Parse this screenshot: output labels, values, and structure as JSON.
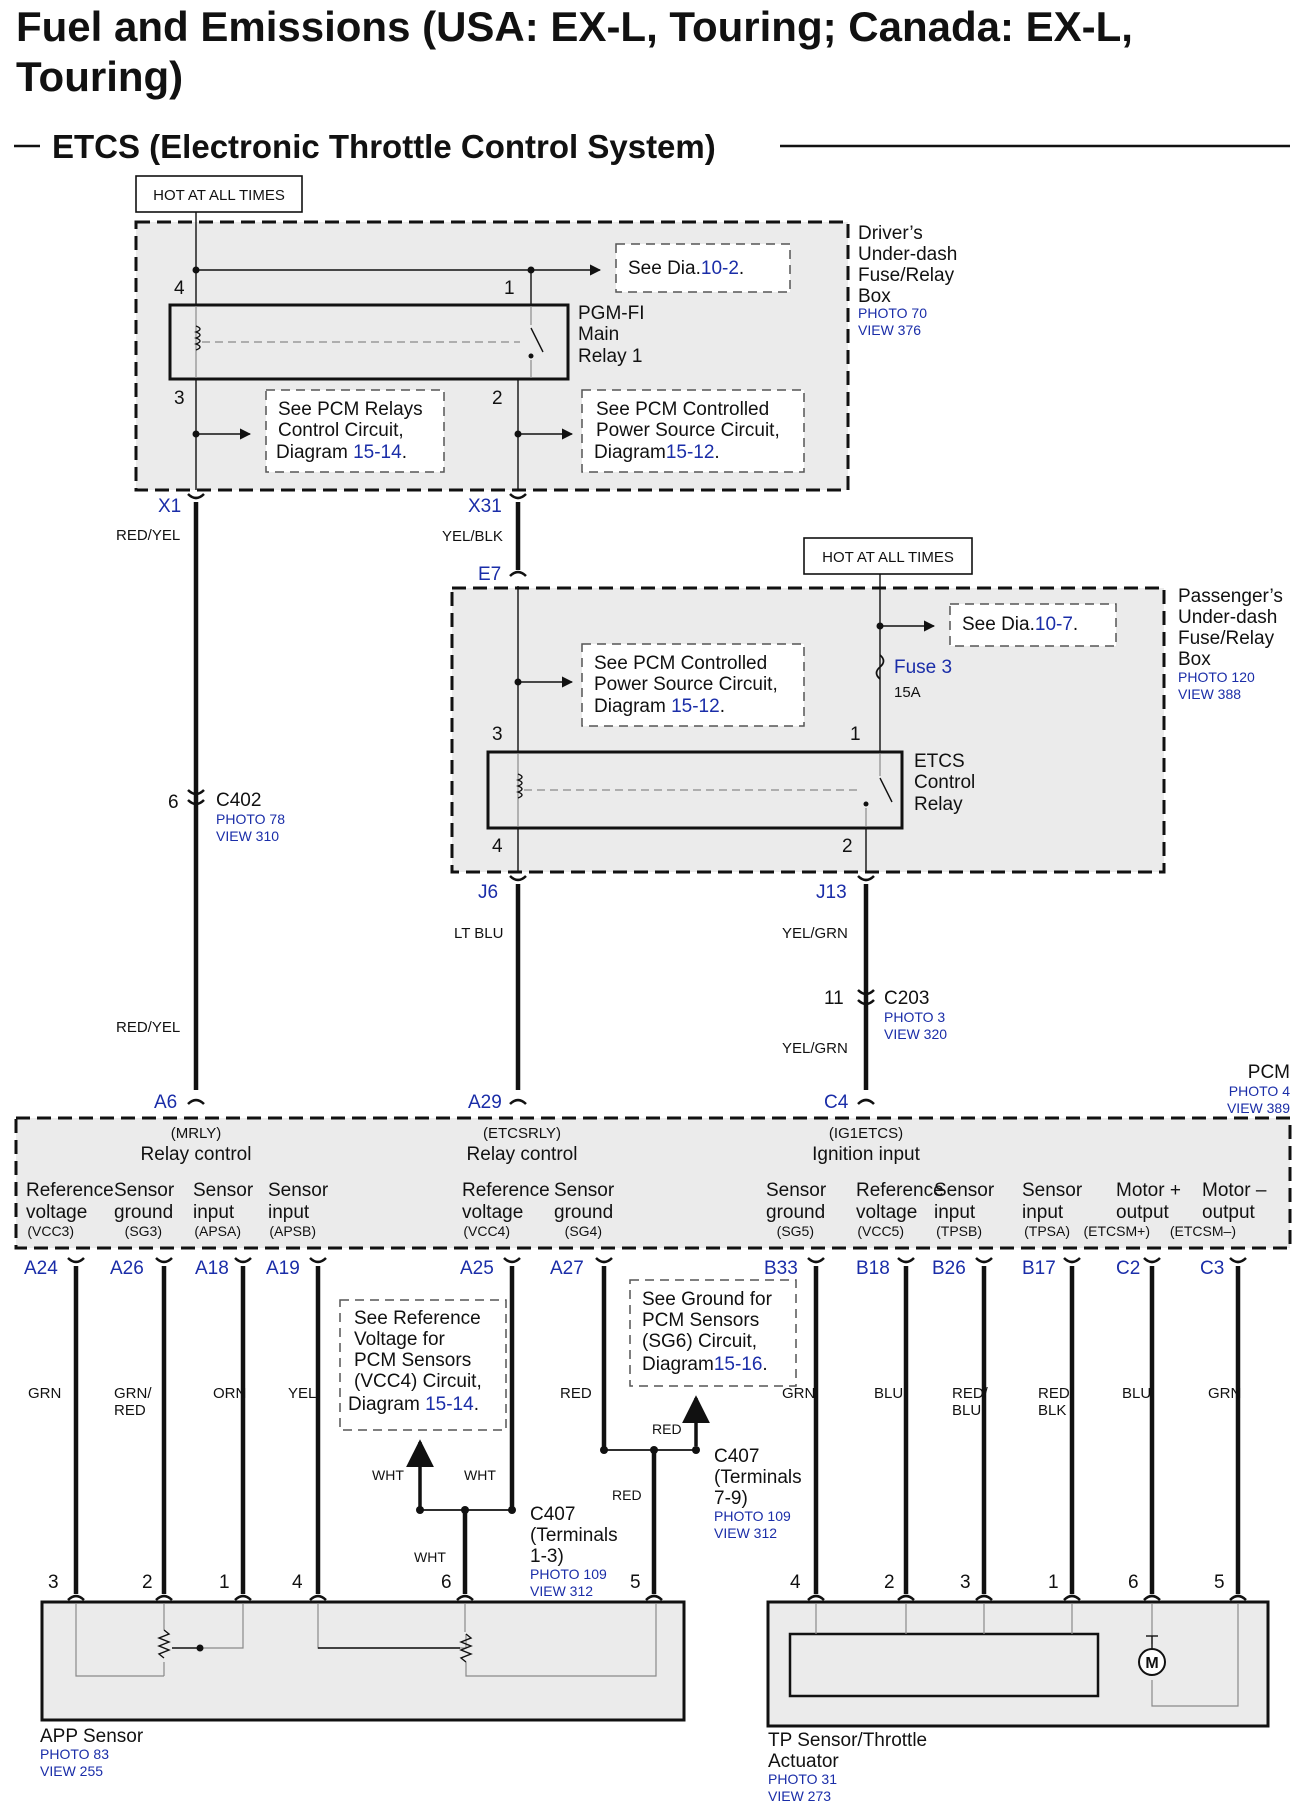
{
  "title": "Fuel and Emissions (USA: EX-L, Touring; Canada: EX-L, Touring)",
  "section": "ETCS (Electronic Throttle Control System)",
  "hot_label": "HOT AT ALL TIMES",
  "driver_box": {
    "name": [
      "Driver’s",
      "Under-dash",
      "Fuse/Relay",
      "Box"
    ],
    "photo": "PHOTO 70",
    "view": "VIEW 376"
  },
  "relay1": {
    "name": [
      "PGM-FI",
      "Main",
      "Relay 1"
    ],
    "pins": [
      "4",
      "1",
      "3",
      "2"
    ]
  },
  "see_dia_1": {
    "text": "See Dia.",
    "link": "10-2",
    "end": "."
  },
  "note_pcm_relays": {
    "lines": [
      "See PCM Relays",
      "Control Circuit,",
      "Diagram"
    ],
    "link": "15-14",
    "end": "."
  },
  "note_pcm_power": {
    "lines": [
      "See PCM Controlled",
      "Power Source Circuit,",
      "Diagram"
    ],
    "link": "15-12",
    "end": "."
  },
  "passenger_box": {
    "name": [
      "Passenger’s",
      "Under-dash",
      "Fuse/Relay",
      "Box"
    ],
    "photo": "PHOTO 120",
    "view": "VIEW 388"
  },
  "see_dia_2": {
    "text": "See Dia.",
    "link": "10-7",
    "end": "."
  },
  "fuse": {
    "name": "Fuse 3",
    "rating": "15A"
  },
  "etcs_relay": {
    "name": [
      "ETCS",
      "Control",
      "Relay"
    ],
    "pins": [
      "3",
      "1",
      "4",
      "2"
    ]
  },
  "connectors_top": {
    "x1": "X1",
    "x31": "X31",
    "e7": "E7",
    "j6": "J6",
    "j13": "J13",
    "a6": "A6",
    "a29": "A29",
    "c4": "C4"
  },
  "wire_colors": {
    "red_yel": "RED/YEL",
    "yel_blk": "YEL/BLK",
    "lt_blu": "LT BLU",
    "yel_grn": "YEL/GRN"
  },
  "c402": {
    "pin": "6",
    "name": "C402",
    "photo": "PHOTO 78",
    "view": "VIEW 310"
  },
  "c203": {
    "pin": "11",
    "name": "C203",
    "photo": "PHOTO 3",
    "view": "VIEW 320"
  },
  "pcm": {
    "name": "PCM",
    "photo": "PHOTO 4",
    "view": "VIEW 389"
  },
  "pcm_top_terms": [
    {
      "code": "(MRLY)",
      "label": "Relay control"
    },
    {
      "code": "(ETCSRLY)",
      "label": "Relay control"
    },
    {
      "code": "(IG1ETCS)",
      "label": "Ignition input"
    }
  ],
  "pcm_bottom_terms": [
    {
      "l1": "Reference",
      "l2": "voltage",
      "code": "(VCC3)",
      "pin": "A24",
      "wire": [
        "GRN"
      ],
      "spin": "3"
    },
    {
      "l1": "Sensor",
      "l2": "ground",
      "code": "(SG3)",
      "pin": "A26",
      "wire": [
        "GRN/",
        "RED"
      ],
      "spin": "2"
    },
    {
      "l1": "Sensor",
      "l2": "input",
      "code": "(APSA)",
      "pin": "A18",
      "wire": [
        "ORN"
      ],
      "spin": "1"
    },
    {
      "l1": "Sensor",
      "l2": "input",
      "code": "(APSB)",
      "pin": "A19",
      "wire": [
        "YEL"
      ],
      "spin": "4"
    },
    {
      "l1": "Reference",
      "l2": "voltage",
      "code": "(VCC4)",
      "pin": "A25",
      "wire": [
        "WHT"
      ],
      "spin": "6"
    },
    {
      "l1": "Sensor",
      "l2": "ground",
      "code": "(SG4)",
      "pin": "A27",
      "wire": [
        "RED"
      ],
      "spin": "5"
    },
    {
      "l1": "Sensor",
      "l2": "ground",
      "code": "(SG5)",
      "pin": "B33",
      "wire": [
        "GRN"
      ],
      "spin": "4"
    },
    {
      "l1": "Reference",
      "l2": "voltage",
      "code": "(VCC5)",
      "pin": "B18",
      "wire": [
        "BLU"
      ],
      "spin": "2"
    },
    {
      "l1": "Sensor",
      "l2": "input",
      "code": "(TPSB)",
      "pin": "B26",
      "wire": [
        "RED/",
        "BLU"
      ],
      "spin": "3"
    },
    {
      "l1": "Sensor",
      "l2": "input",
      "code": "(TPSA)",
      "pin": "B17",
      "wire": [
        "RED/",
        "BLK"
      ],
      "spin": "1"
    },
    {
      "l1": "Motor +",
      "l2": "output",
      "code": "(ETCSM+)",
      "pin": "C2",
      "wire": [
        "BLU"
      ],
      "spin": "6"
    },
    {
      "l1": "Motor –",
      "l2": "output",
      "code": "(ETCSM–)",
      "pin": "C3",
      "wire": [
        "GRN"
      ],
      "spin": "5"
    }
  ],
  "note_ref_voltage": {
    "lines": [
      "See Reference",
      "Voltage for",
      "PCM Sensors",
      "(VCC4) Circuit,",
      "Diagram"
    ],
    "link": "15-14",
    "end": "."
  },
  "note_ground": {
    "lines": [
      "See Ground for",
      "PCM Sensors",
      "(SG6) Circuit,",
      "Diagram"
    ],
    "link": "15-16",
    "end": "."
  },
  "c407_a": {
    "name": [
      "C407",
      "(Terminals",
      "1-3)"
    ],
    "photo": "PHOTO 109",
    "view": "VIEW 312",
    "wire": "WHT"
  },
  "c407_b": {
    "name": [
      "C407",
      "(Terminals",
      "7-9)"
    ],
    "photo": "PHOTO 109",
    "view": "VIEW 312",
    "wire": "RED"
  },
  "app_sensor": {
    "name": "APP Sensor",
    "photo": "PHOTO 83",
    "view": "VIEW 255"
  },
  "tp_sensor": {
    "name": [
      "TP Sensor/Throttle",
      "Actuator"
    ],
    "photo": "PHOTO 31",
    "view": "VIEW 273"
  },
  "motor_symbol": "M"
}
